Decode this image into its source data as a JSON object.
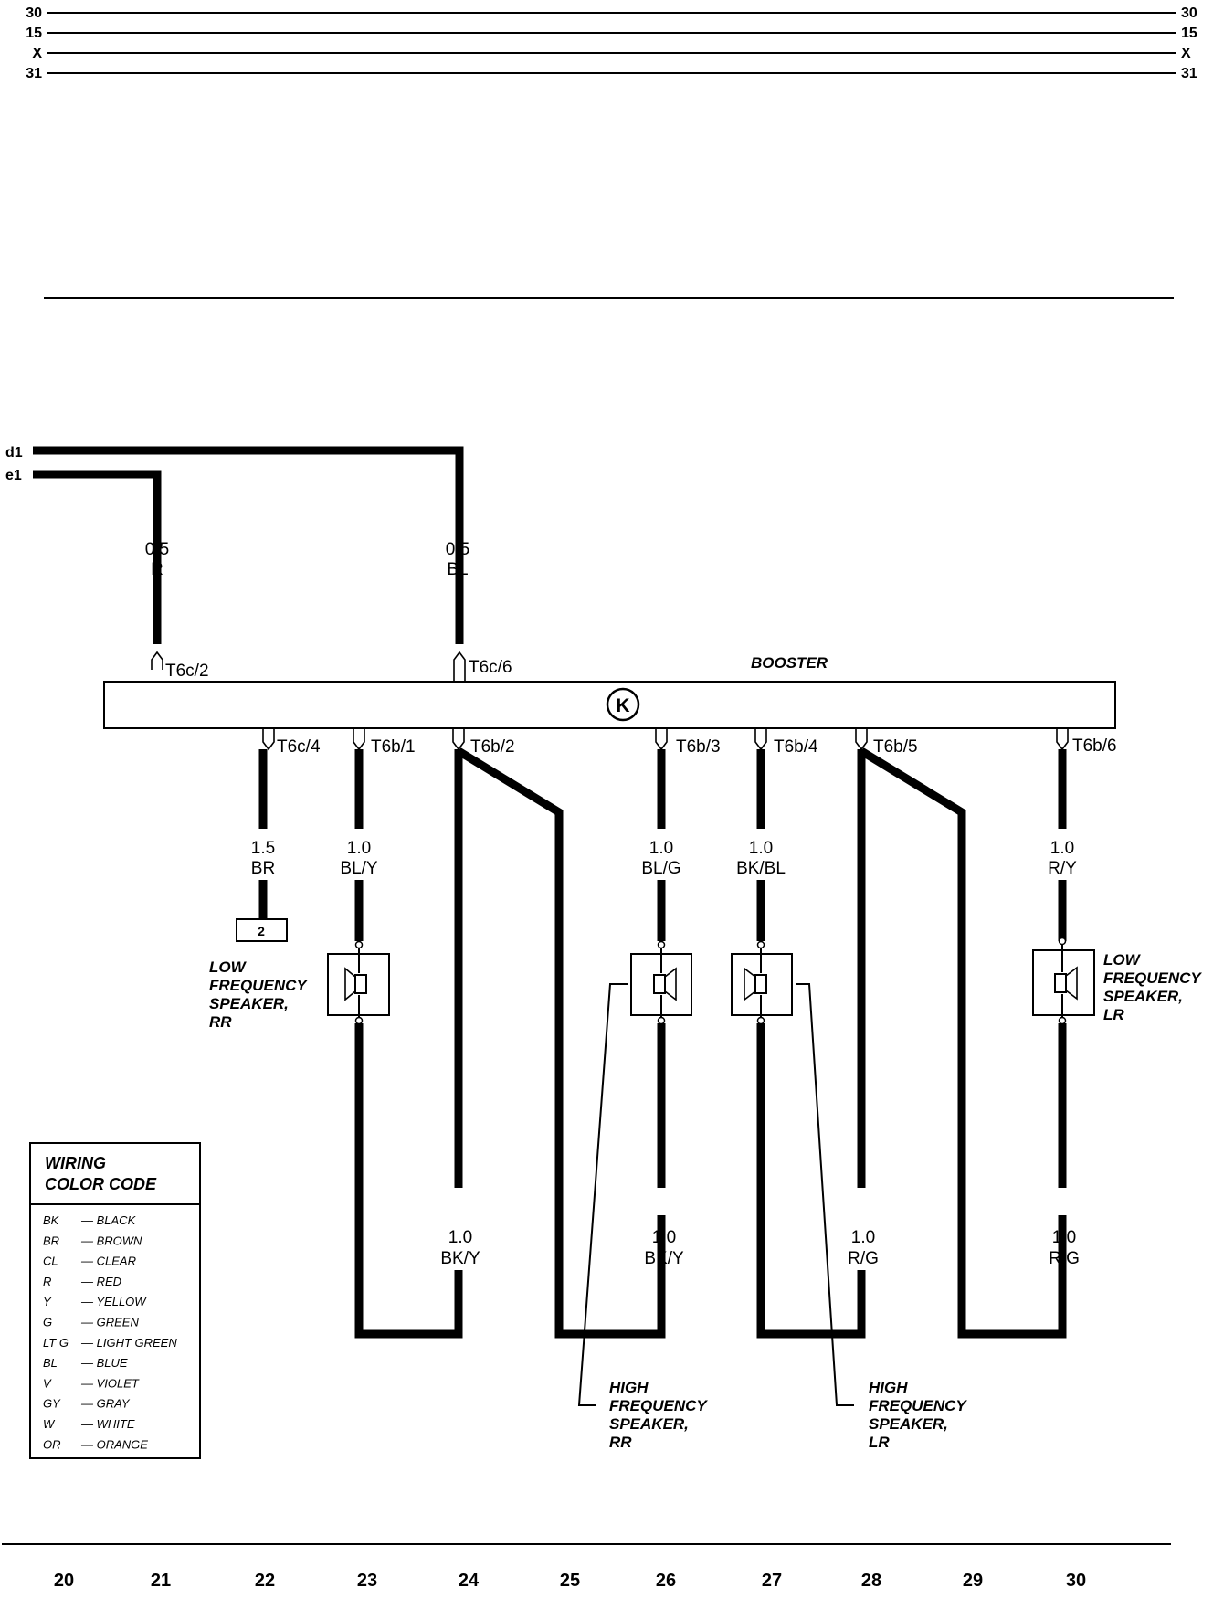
{
  "bus_lines": [
    {
      "label": "30"
    },
    {
      "label": "15"
    },
    {
      "label": "X"
    },
    {
      "label": "31"
    }
  ],
  "inputs": [
    "d1",
    "e1"
  ],
  "component": {
    "title": "BOOSTER",
    "symbol": "K"
  },
  "connectors": {
    "t6c_2": "T6c/2",
    "t6c_6": "T6c/6",
    "t6c_4": "T6c/4",
    "t6b_1": "T6b/1",
    "t6b_2": "T6b/2",
    "t6b_3": "T6b/3",
    "t6b_4": "T6b/4",
    "t6b_5": "T6b/5",
    "t6b_6": "T6b/6"
  },
  "wires": {
    "w_r": {
      "size": "0.5",
      "color": "R"
    },
    "w_bl": {
      "size": "0.5",
      "color": "BL"
    },
    "w_br": {
      "size": "1.5",
      "color": "BR"
    },
    "w_bly": {
      "size": "1.0",
      "color": "BL/Y"
    },
    "w_blg": {
      "size": "1.0",
      "color": "BL/G"
    },
    "w_bkbl": {
      "size": "1.0",
      "color": "BK/BL"
    },
    "w_ry": {
      "size": "1.0",
      "color": "R/Y"
    },
    "w_bky1": {
      "size": "1.0",
      "color": "BK/Y"
    },
    "w_bky2": {
      "size": "1.0",
      "color": "BK/Y"
    },
    "w_rg1": {
      "size": "1.0",
      "color": "R/G"
    },
    "w_rg2": {
      "size": "1.0",
      "color": "R/G"
    }
  },
  "ground_ref": "2",
  "speakers": {
    "low_rr": [
      "LOW",
      "FREQUENCY",
      "SPEAKER,",
      "RR"
    ],
    "low_lr": [
      "LOW",
      "FREQUENCY",
      "SPEAKER,",
      "LR"
    ],
    "high_rr": [
      "HIGH",
      "FREQUENCY",
      "SPEAKER,",
      "RR"
    ],
    "high_lr": [
      "HIGH",
      "FREQUENCY",
      "SPEAKER,",
      "LR"
    ]
  },
  "legend": {
    "title_line1": "WIRING",
    "title_line2": "COLOR CODE",
    "rows": [
      {
        "code": "BK",
        "name": "— BLACK"
      },
      {
        "code": "BR",
        "name": "— BROWN"
      },
      {
        "code": "CL",
        "name": "— CLEAR"
      },
      {
        "code": "R",
        "name": "— RED"
      },
      {
        "code": "Y",
        "name": "— YELLOW"
      },
      {
        "code": "G",
        "name": "— GREEN"
      },
      {
        "code": "LT G",
        "name": "— LIGHT GREEN"
      },
      {
        "code": "BL",
        "name": "— BLUE"
      },
      {
        "code": "V",
        "name": "— VIOLET"
      },
      {
        "code": "GY",
        "name": "— GRAY"
      },
      {
        "code": "W",
        "name": "— WHITE"
      },
      {
        "code": "OR",
        "name": "— ORANGE"
      }
    ]
  },
  "columns": [
    "20",
    "21",
    "22",
    "23",
    "24",
    "25",
    "26",
    "27",
    "28",
    "29",
    "30"
  ]
}
